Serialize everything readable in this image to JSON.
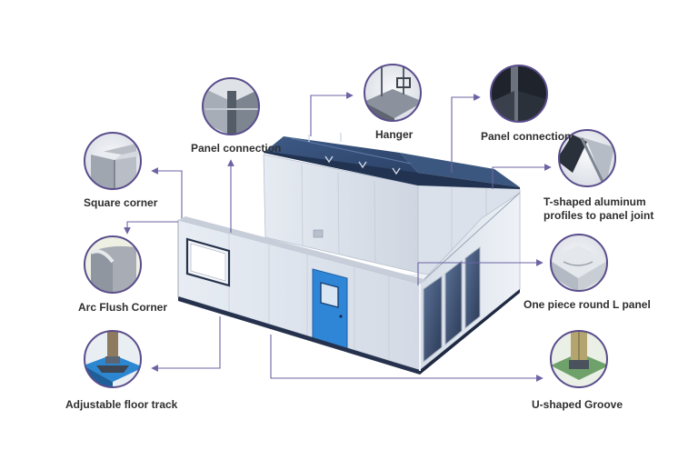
{
  "colors": {
    "callout_ring": "#5a4d8c",
    "leader_line": "#6b63a3",
    "panel_face": "#dfe5ee",
    "panel_shade": "#c4ccd8",
    "panel_dark": "#2e3a55",
    "floor_edge": "#26324d",
    "door_blue": "#2f86d6",
    "glass": "#3c4f6e"
  },
  "callouts": [
    {
      "id": "square-corner",
      "label": "Square corner",
      "icon": "square-corner-icon"
    },
    {
      "id": "arc-flush-corner",
      "label": "Arc Flush Corner",
      "icon": "arc-flush-corner-icon"
    },
    {
      "id": "adjustable-floor-track",
      "label": "Adjustable floor track",
      "icon": "floor-track-icon"
    },
    {
      "id": "panel-connection-left",
      "label": "Panel connection",
      "icon": "panel-connection-icon"
    },
    {
      "id": "hanger",
      "label": "Hanger",
      "icon": "hanger-icon"
    },
    {
      "id": "panel-connection-right",
      "label": "Panel connection",
      "icon": "panel-connection-icon"
    },
    {
      "id": "t-shaped-profiles",
      "label_lines": [
        "T-shaped aluminum",
        "profiles to panel joint"
      ],
      "icon": "t-profile-icon"
    },
    {
      "id": "one-piece-round-l",
      "label": "One piece round L panel",
      "icon": "round-l-panel-icon"
    },
    {
      "id": "u-shaped-groove",
      "label": "U-shaped Groove",
      "icon": "u-groove-icon"
    }
  ]
}
